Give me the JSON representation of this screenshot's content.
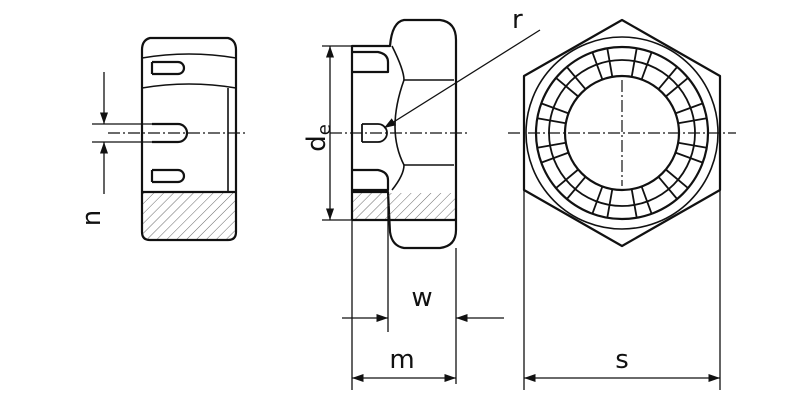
{
  "labels": {
    "n": "n",
    "d_main": "d",
    "d_sub": "e",
    "r": "r",
    "w": "w",
    "m": "m",
    "s": "s"
  },
  "colors": {
    "stroke": "#111111",
    "background": "#ffffff"
  }
}
